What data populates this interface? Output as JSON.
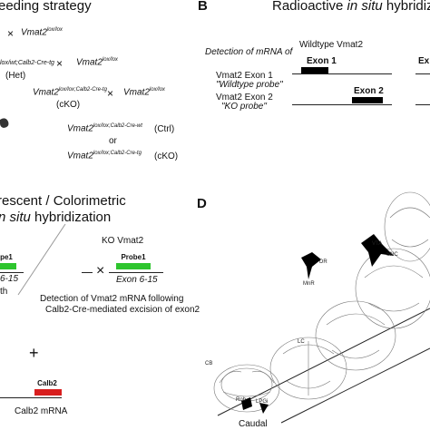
{
  "panel_a": {
    "title": "eeding strategy",
    "cross_x1": "×",
    "parent1": "Vmat2",
    "parent1_sup": "lox/lox",
    "het_sup": "lox/wt;Calb2-Cre-tg",
    "het_label": "(Het)",
    "cross_x2": "×",
    "parent2": "Vmat2",
    "parent2_sup": "lox/lox",
    "cko1": "Vmat2",
    "cko1_sup": "lox/lox;Calb2-Cre-tg",
    "cko1_label": "(cKO)",
    "cross_x3": "×",
    "parent3": "Vmat2",
    "parent3_sup": "lox/lox",
    "ctrl": "Vmat2",
    "ctrl_sup": "lox/lox;Calb2-Cre-wt",
    "ctrl_label": "(Ctrl)",
    "or_label": "or",
    "cko2": "Vmat2",
    "cko2_sup": "lox/lox;Calb2-Cre-tg",
    "cko2_label": "(cKO)"
  },
  "panel_b": {
    "letter": "B",
    "title_pre": "Radioactive ",
    "title_it": "in situ",
    "title_post": " hybridiz",
    "detection": "Detection of mRNA of",
    "wildtype_label": "Wildtype Vmat2",
    "probe1_line1": "Vmat2 Exon 1",
    "probe1_line2": "\"Wildtype probe\"",
    "probe2_line1": "Vmat2 Exon 2",
    "probe2_line2": "\"KO probe\"",
    "exon1": "Exon 1",
    "exon2": "Exon 2",
    "exon_cut": "Ex"
  },
  "panel_c": {
    "title_line1": "rescent / Colorimetric",
    "title_line2_it": "n situ",
    "title_line2_post": " hybridization",
    "ko_label": "KO Vmat2",
    "probe1_left": "pe1",
    "probe1_right": "Probe1",
    "exons_left": "6-15",
    "exons_right": "Exon 6-15",
    "cross": "×",
    "left_cut": "th",
    "detection_line1": "Detection of Vmat2 mRNA following",
    "detection_line2": "Calb2-Cre-mediated excision of exon2",
    "plus": "+",
    "calb2_probe": "Calb2",
    "calb2_mrna": "Calb2 mRNA"
  },
  "panel_d": {
    "letter": "D",
    "caudal": "Caudal",
    "labels": {
      "vta": "VTA",
      "snc": "SNC",
      "dr": "DR",
      "mnr": "MnR",
      "lc": "LC",
      "cb": "CB",
      "rob": "Rob",
      "lpgi": "LPGi"
    }
  },
  "colors": {
    "probe_green": "#2ec52e",
    "calb2_red": "#d81e1e",
    "exon_black": "#000000"
  }
}
